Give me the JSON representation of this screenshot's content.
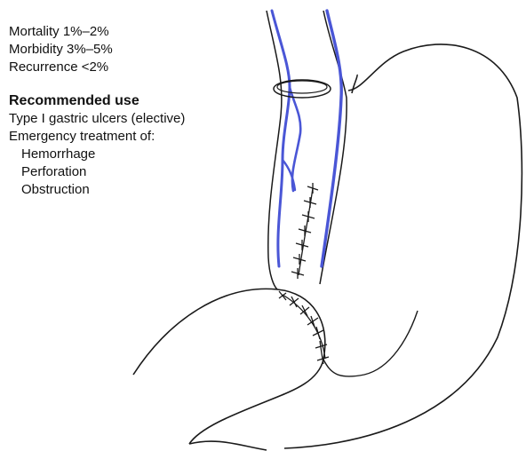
{
  "stats": {
    "mortality": "Mortality 1%–2%",
    "morbidity": "Morbidity 3%–5%",
    "recurrence": "Recurrence <2%"
  },
  "recommended": {
    "heading": "Recommended use",
    "line1": "Type I gastric ulcers (elective)",
    "line2": "Emergency treatment of:",
    "items": [
      "Hemorrhage",
      "Perforation",
      "Obstruction"
    ]
  },
  "colors": {
    "vessel": "#4a56d6",
    "outline": "#1a1a1a"
  }
}
